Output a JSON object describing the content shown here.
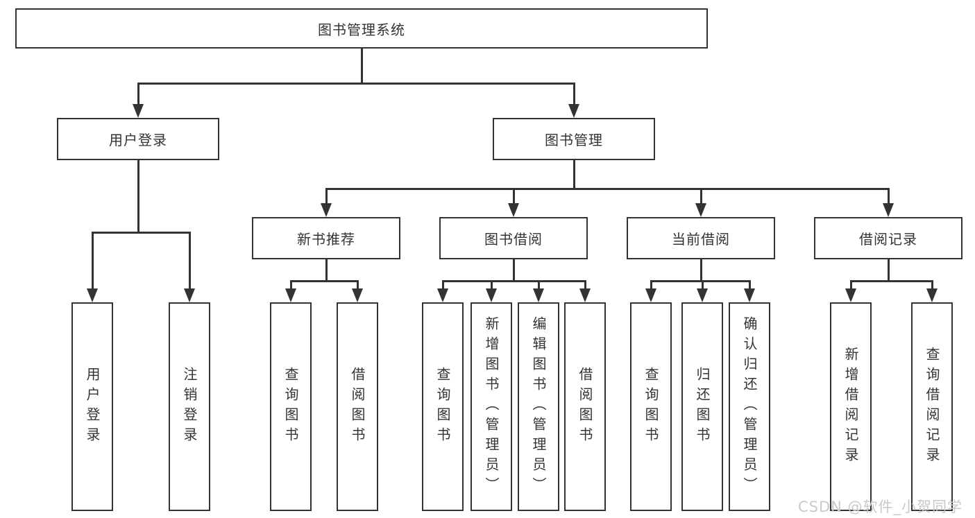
{
  "diagram_title": "图书管理系统",
  "tree": {
    "label": "图书管理系统",
    "children": [
      {
        "label": "用户登录",
        "children": [
          {
            "label": "用户登录"
          },
          {
            "label": "注销登录"
          }
        ]
      },
      {
        "label": "图书管理",
        "children": [
          {
            "label": "新书推荐",
            "children": [
              {
                "label": "查询图书"
              },
              {
                "label": "借阅图书"
              }
            ]
          },
          {
            "label": "图书借阅",
            "children": [
              {
                "label": "查询图书"
              },
              {
                "label": "新增图书（管理员）"
              },
              {
                "label": "编辑图书（管理员）"
              },
              {
                "label": "借阅图书"
              }
            ]
          },
          {
            "label": "当前借阅",
            "children": [
              {
                "label": "查询图书"
              },
              {
                "label": "归还图书"
              },
              {
                "label": "确认归还（管理员）"
              }
            ]
          },
          {
            "label": "借阅记录",
            "children": [
              {
                "label": "新增借阅记录"
              },
              {
                "label": "查询借阅记录"
              }
            ]
          }
        ]
      }
    ]
  },
  "colors": {
    "line": "#333333",
    "text": "#333333",
    "background": "#ffffff",
    "watermark": "#c9c9c9"
  },
  "watermark": {
    "text": "CSDN @软件_小贺同学"
  }
}
